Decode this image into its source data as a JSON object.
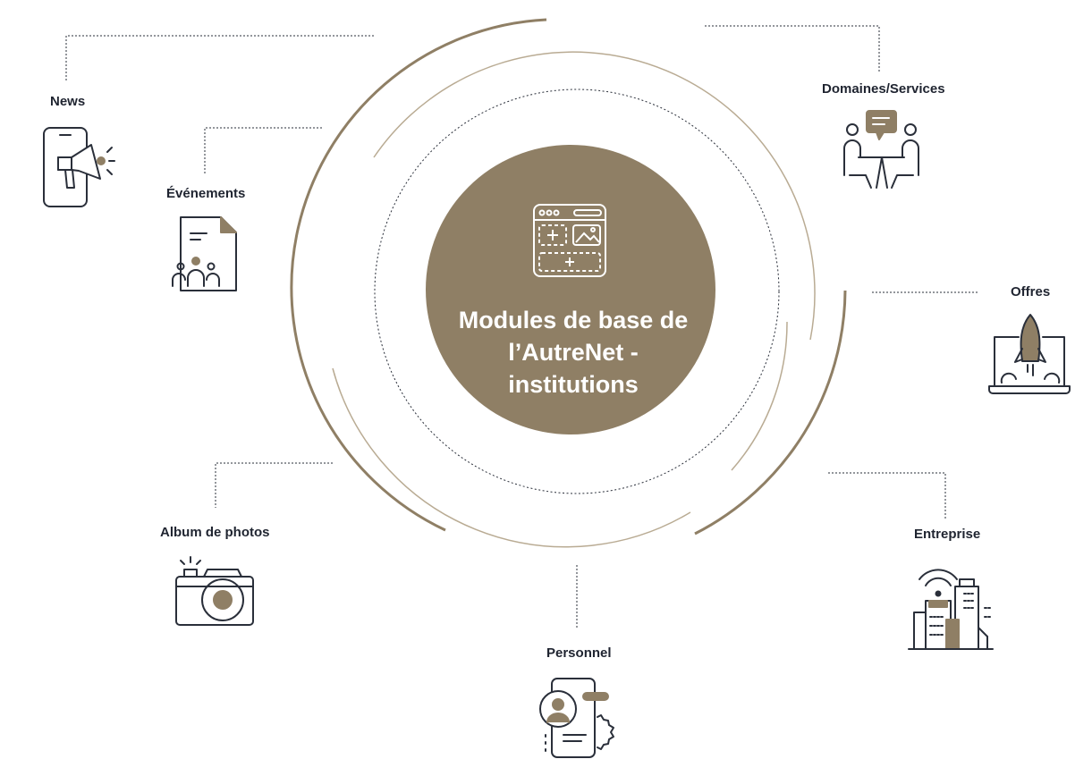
{
  "center": {
    "title": "Modules de base de l’AutreNet - institutions",
    "title_lines": [
      "Modules de base de",
      "l’AutreNet -",
      "institutions"
    ],
    "icon": "web-modules-icon"
  },
  "colors": {
    "accent": "#8f7f65",
    "line": "#2a2f3a",
    "text": "#1f2430",
    "ring": "#b9ab93"
  },
  "modules": [
    {
      "id": "news",
      "label": "News",
      "icon": "megaphone-phone-icon"
    },
    {
      "id": "evenements",
      "label": "Événements",
      "icon": "event-document-icon"
    },
    {
      "id": "album",
      "label": "Album de photos",
      "icon": "camera-icon"
    },
    {
      "id": "personnel",
      "label": "Personnel",
      "icon": "staff-profile-icon"
    },
    {
      "id": "entreprise",
      "label": "Entreprise",
      "icon": "company-building-icon"
    },
    {
      "id": "offres",
      "label": "Offres",
      "icon": "rocket-laptop-icon"
    },
    {
      "id": "domaines",
      "label": "Domaines/Services",
      "icon": "meeting-discussion-icon"
    }
  ]
}
